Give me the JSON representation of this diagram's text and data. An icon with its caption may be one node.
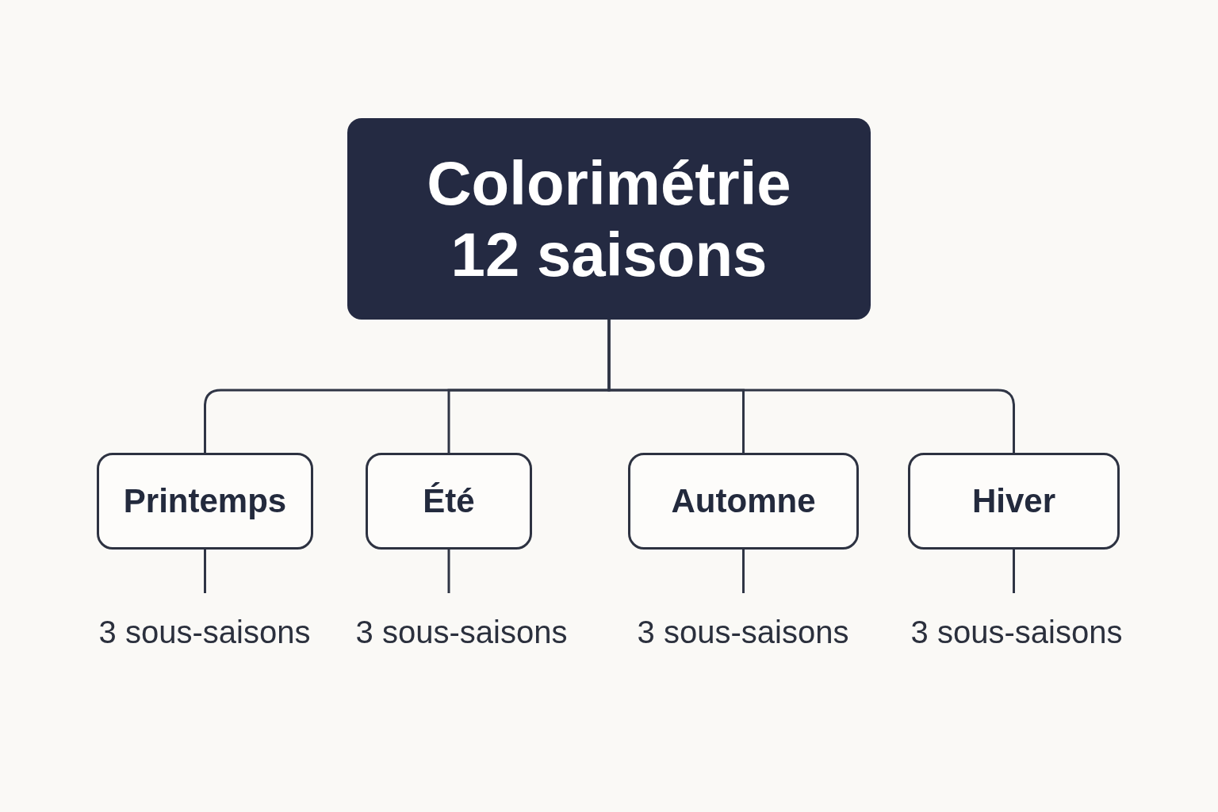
{
  "diagram": {
    "nodes": [
      {
        "text": [
          "Colorimétrie 12 saisons"
        ]
      },
      {
        "text": [
          "Printemps"
        ]
      },
      {
        "text": [
          "Été"
        ]
      },
      {
        "text": [
          "Automne"
        ]
      },
      {
        "text": [
          "Hiver"
        ]
      },
      {
        "text": [
          "3 sous-saisons"
        ]
      },
      {
        "text": [
          "3 sous-saisons"
        ]
      },
      {
        "text": [
          "3 sous-saisons"
        ]
      },
      {
        "text": [
          "3 sous-saisons"
        ]
      }
    ],
    "edges": [
      {
        "from": 0,
        "to": 1,
        "arrow": "none"
      },
      {
        "from": 0,
        "to": 2,
        "arrow": "none"
      },
      {
        "from": 0,
        "to": 3,
        "arrow": "none"
      },
      {
        "from": 0,
        "to": 4,
        "arrow": "none"
      },
      {
        "from": 1,
        "to": 5,
        "arrow": "none"
      },
      {
        "from": 2,
        "to": 6,
        "arrow": "none"
      },
      {
        "from": 3,
        "to": 7,
        "arrow": "none"
      },
      {
        "from": 4,
        "to": 8,
        "arrow": "none"
      }
    ]
  }
}
